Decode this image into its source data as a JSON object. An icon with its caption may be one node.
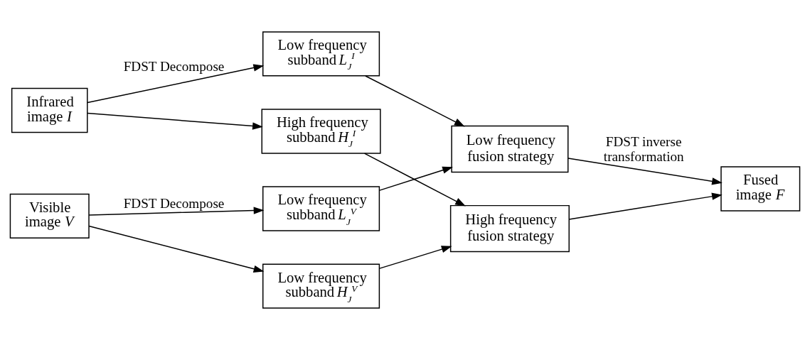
{
  "diagram": {
    "nodes": [
      {
        "text": [
          "Infrared image *I*"
        ]
      },
      {
        "text": [
          "Visible image *V*"
        ]
      },
      {
        "text": [
          "Low frequency subband *L*$_{J}$$^{I}$"
        ]
      },
      {
        "text": [
          "High frequency subband *H*$_{J}$$^{I}$"
        ]
      },
      {
        "text": [
          "Low frequency subband *L*$_{J}$$^{V}$"
        ]
      },
      {
        "text": [
          "Low frequency subband *H*$_{J}$$^{V}$"
        ]
      },
      {
        "text": [
          "Low frequency fusion strategy"
        ]
      },
      {
        "text": [
          "High frequency fusion strategy"
        ]
      },
      {
        "text": [
          "Fused image *F*"
        ]
      }
    ],
    "edges": [
      {
        "from": 0,
        "to": 2,
        "arrow": "to",
        "label": "FDST Decompose"
      },
      {
        "from": 0,
        "to": 3,
        "arrow": "to"
      },
      {
        "from": 1,
        "to": 4,
        "arrow": "to",
        "label": "FDST Decompose"
      },
      {
        "from": 1,
        "to": 5,
        "arrow": "to"
      },
      {
        "from": 2,
        "to": 6,
        "arrow": "to"
      },
      {
        "from": 4,
        "to": 6,
        "arrow": "to"
      },
      {
        "from": 3,
        "to": 7,
        "arrow": "to"
      },
      {
        "from": 5,
        "to": 7,
        "arrow": "to"
      },
      {
        "from": 6,
        "to": 8,
        "arrow": "to",
        "label": "FDST inverse transformation"
      },
      {
        "from": 7,
        "to": 8,
        "arrow": "to"
      }
    ]
  }
}
